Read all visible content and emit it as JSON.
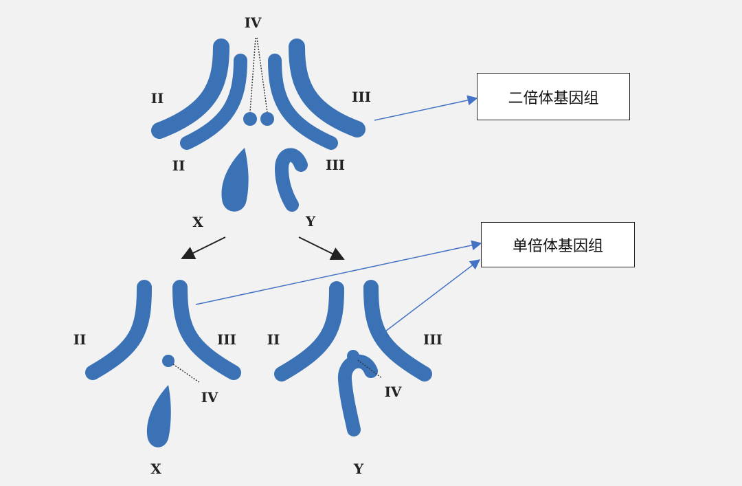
{
  "colors": {
    "chromosome": "#3b72b6",
    "arrow": "#4472c4",
    "background": "#f2f2f2"
  },
  "diploid": {
    "labels": {
      "iv": "IV",
      "ii_top": "II",
      "iii_top": "III",
      "ii_bottom": "II",
      "iii_bottom": "III",
      "x": "X",
      "y": "Y"
    }
  },
  "haploid_x": {
    "labels": {
      "ii": "II",
      "iii": "III",
      "iv": "IV",
      "x": "X"
    }
  },
  "haploid_y": {
    "labels": {
      "ii": "II",
      "iii": "III",
      "iv": "IV",
      "y": "Y"
    }
  },
  "boxes": {
    "diploid": "二倍体基因组",
    "haploid": "单倍体基因组"
  }
}
